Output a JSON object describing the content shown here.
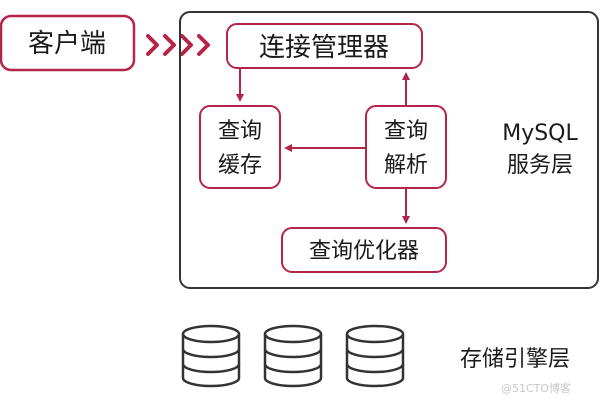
{
  "client": {
    "label": "客户端"
  },
  "service_layer": {
    "title_line1": "MySQL",
    "title_line2": "服务层",
    "connection_manager": "连接管理器",
    "query_cache_line1": "查询",
    "query_cache_line2": "缓存",
    "query_parser_line1": "查询",
    "query_parser_line2": "解析",
    "query_optimizer": "查询优化器"
  },
  "storage_layer": {
    "label": "存储引擎层"
  },
  "watermark": "@51CTO博客",
  "colors": {
    "accent": "#b5254a",
    "border": "#333333",
    "box_fill": "#ffffff",
    "text": "#1a1a1a"
  },
  "icons": {
    "flow_arrows": "chevron-triple-right-icon",
    "database": "database-cylinder-icon"
  }
}
